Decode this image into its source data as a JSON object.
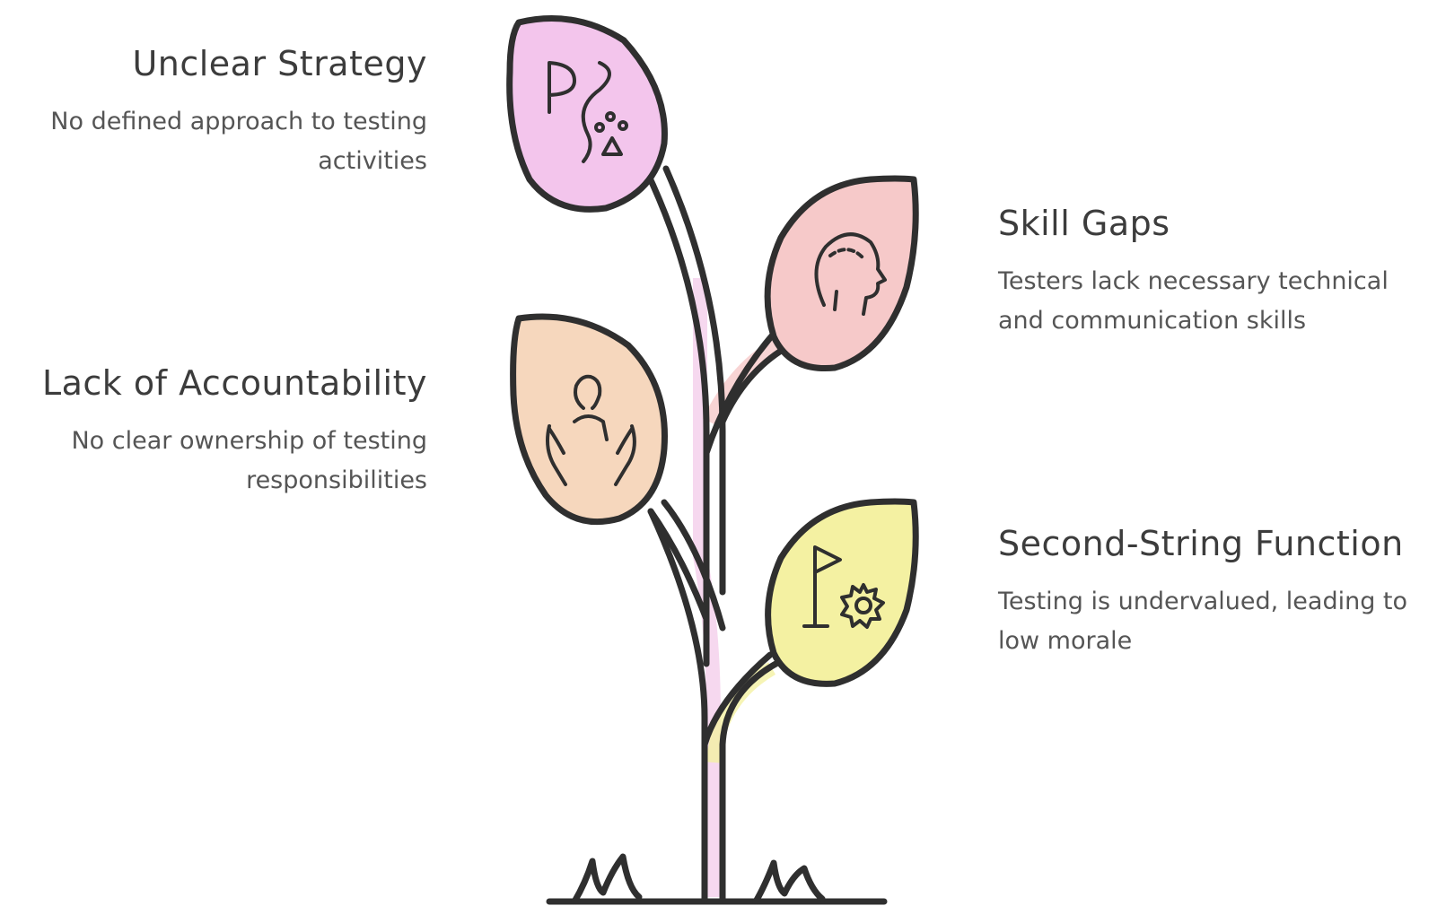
{
  "items": [
    {
      "title": "Unclear Strategy",
      "description": "No defined approach to testing activities",
      "color": "#f3c5ec",
      "icon": "path-strategy-icon"
    },
    {
      "title": "Skill Gaps",
      "description": "Testers lack necessary technical and communication skills",
      "color": "#f6c9c9",
      "icon": "head-brain-icon"
    },
    {
      "title": "Lack of Accountability",
      "description": "No clear ownership of testing responsibilities",
      "color": "#f6d7bd",
      "icon": "person-hands-icon"
    },
    {
      "title": "Second-String Function",
      "description": "Testing is undervalued, leading to low morale",
      "color": "#f4f1a2",
      "icon": "flag-gear-icon"
    }
  ],
  "stroke_color": "#2f2f2f"
}
